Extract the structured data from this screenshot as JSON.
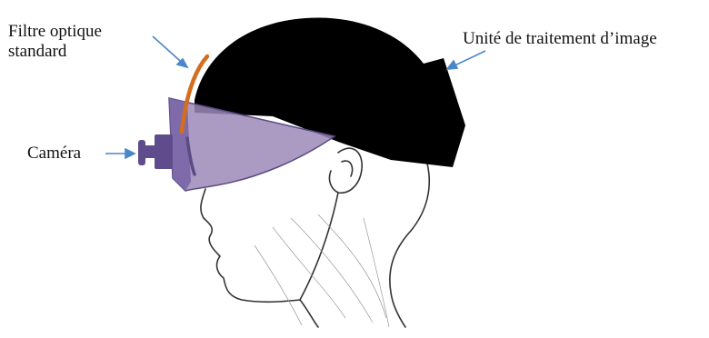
{
  "labels": {
    "filter_line1": "Filtre optique",
    "filter_line2": "standard",
    "processing_unit": "Unité de traitement d’image",
    "camera": "Caméra"
  },
  "colors": {
    "helmet": "#000000",
    "visor": "#9c89b8",
    "visor_edge": "#5a4b85",
    "camera": "#5f4c8c",
    "filter": "#d46d1e",
    "arrow": "#4a86c8",
    "head_outline": "#333333"
  },
  "icons": {
    "arrows": "arrow-icon"
  }
}
